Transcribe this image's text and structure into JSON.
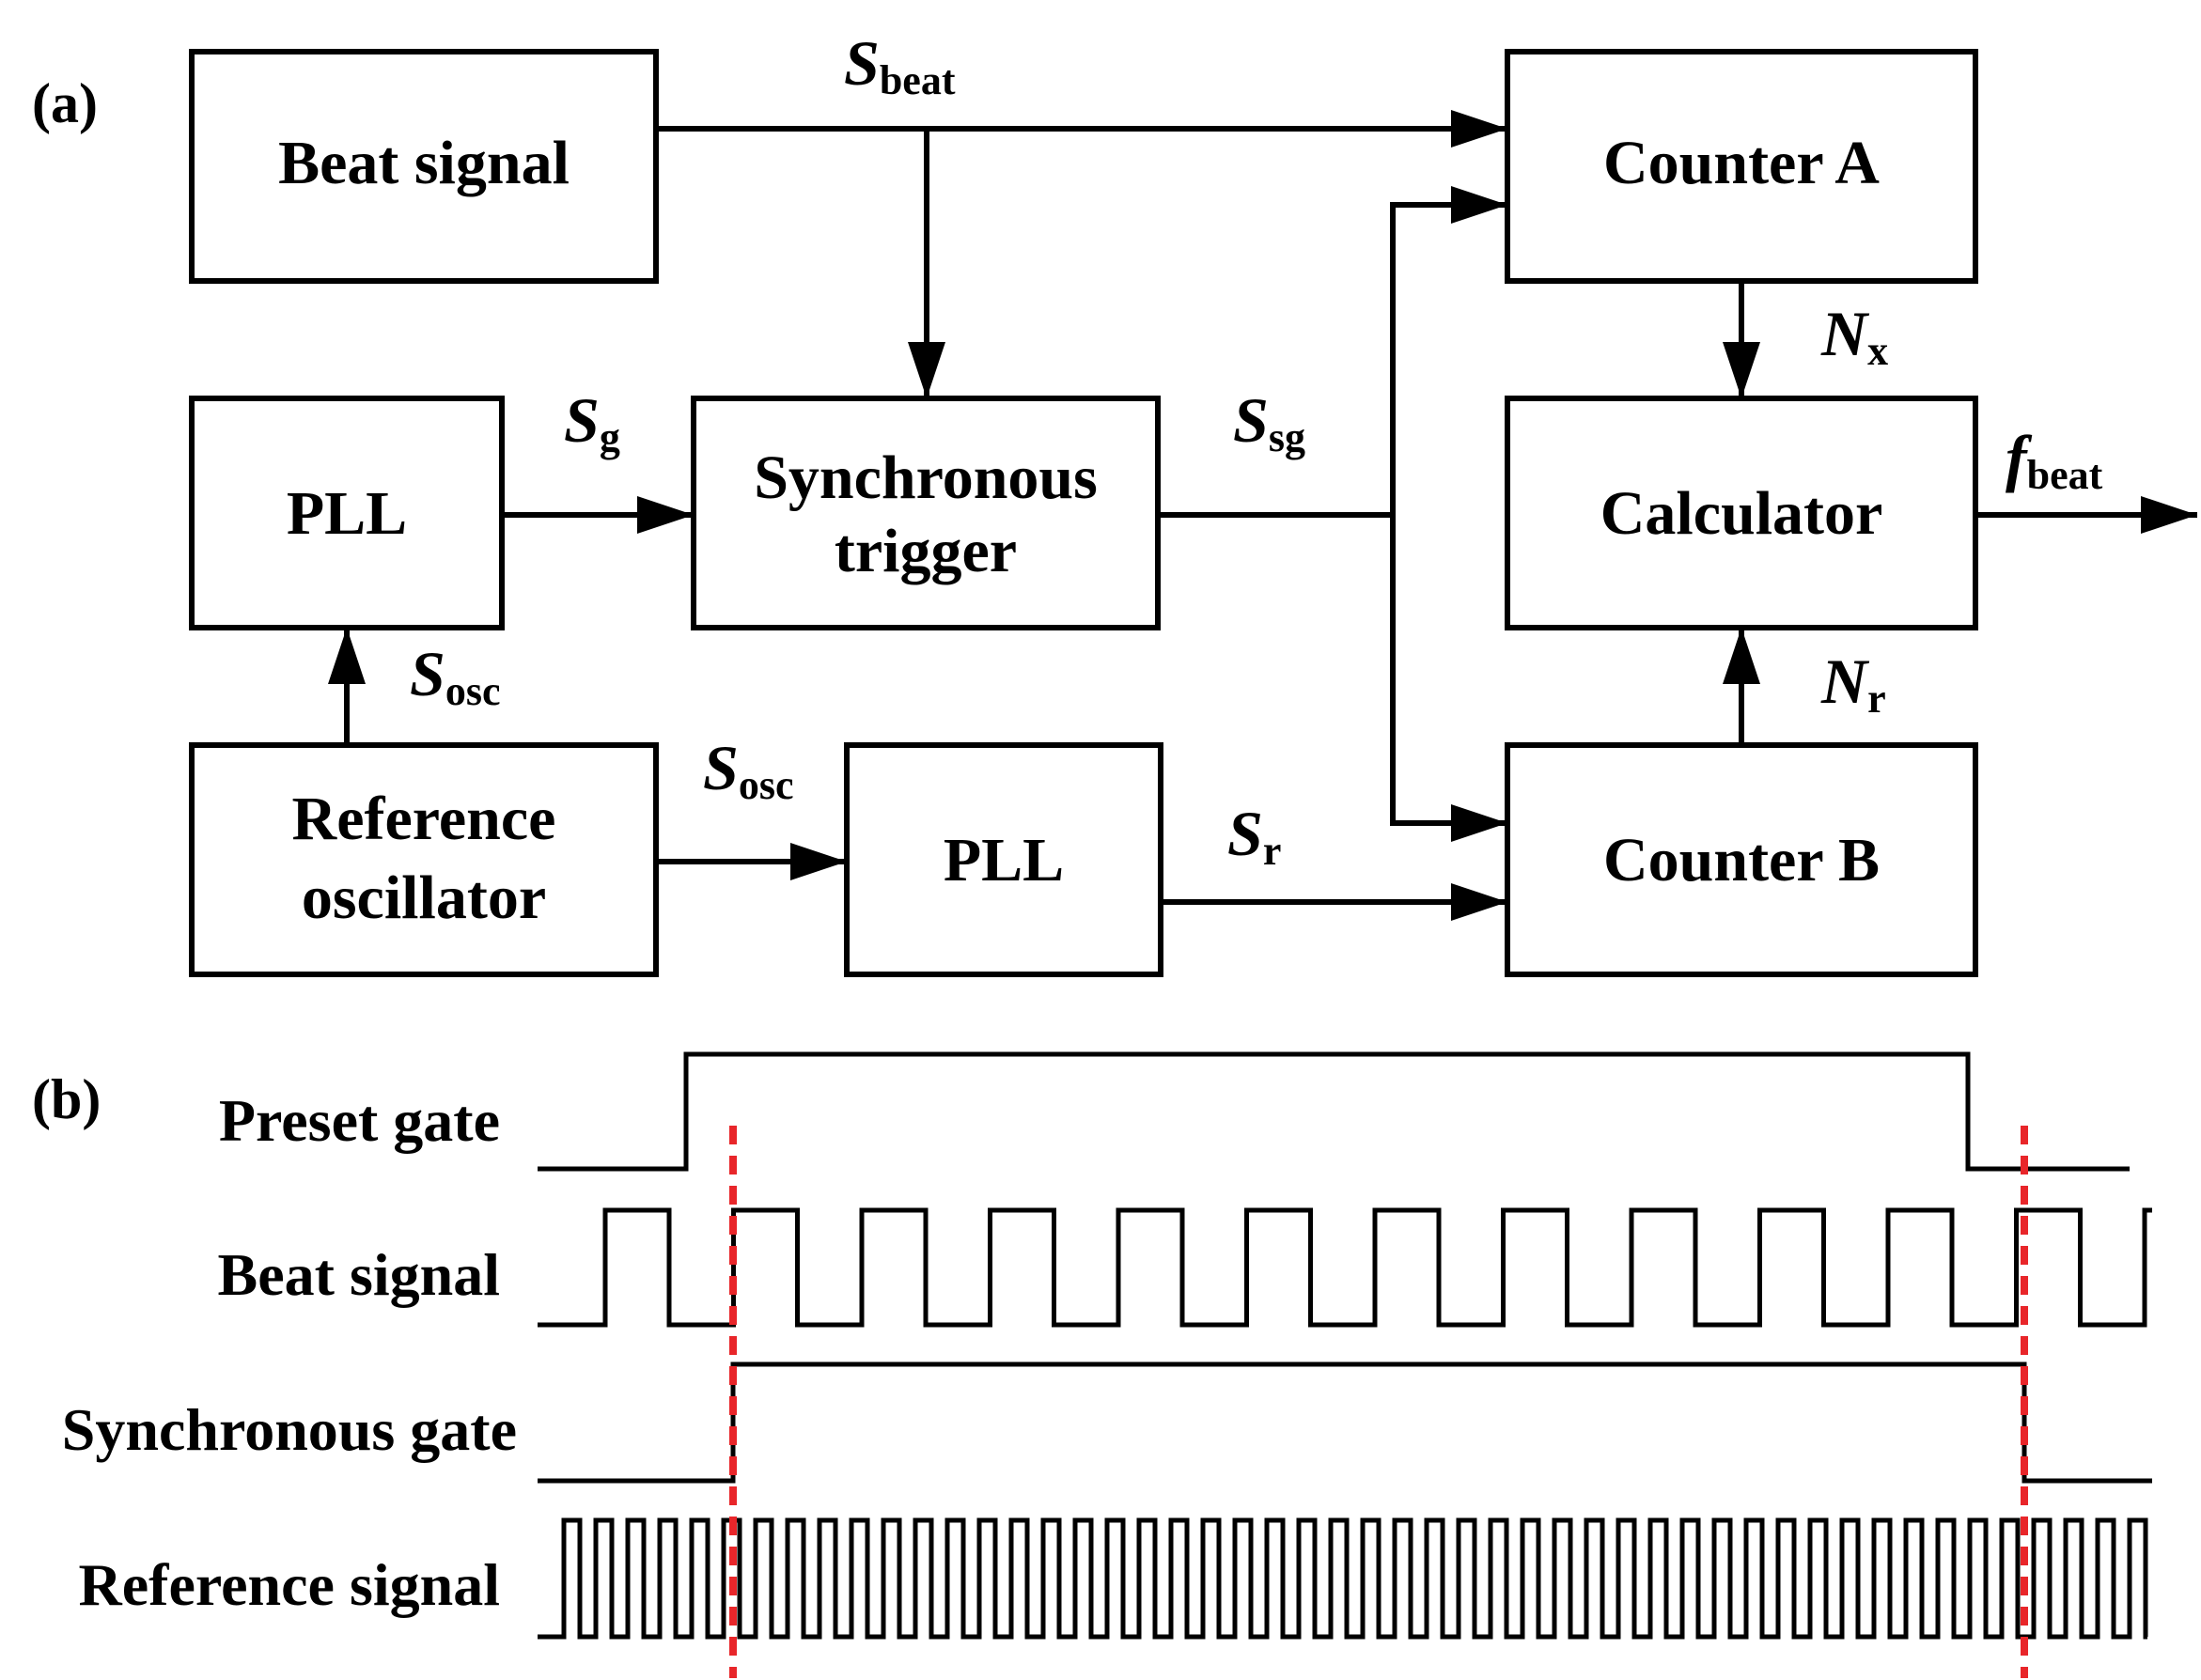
{
  "panels": {
    "a": "(a)",
    "b": "(b)"
  },
  "blocks": {
    "beat_signal": "Beat signal",
    "pll_top": "PLL",
    "sync_trigger_line1": "Synchronous",
    "sync_trigger_line2": "trigger",
    "ref_osc_line1": "Reference",
    "ref_osc_line2": "oscillator",
    "pll_bottom": "PLL",
    "counter_a": "Counter A",
    "calculator": "Calculator",
    "counter_b": "Counter B"
  },
  "signals": {
    "s_beat": {
      "base": "S",
      "sub": "beat"
    },
    "s_g": {
      "base": "S",
      "sub": "g"
    },
    "s_sg": {
      "base": "S",
      "sub": "sg"
    },
    "s_osc_left": {
      "base": "S",
      "sub": "osc"
    },
    "s_osc_mid": {
      "base": "S",
      "sub": "osc"
    },
    "s_r": {
      "base": "S",
      "sub": "r"
    },
    "n_x": {
      "base": "N",
      "sub": "x"
    },
    "n_r": {
      "base": "N",
      "sub": "r"
    },
    "f_beat": {
      "base": "f",
      "sub": "beat"
    }
  },
  "waveforms": {
    "preset_gate": "Preset gate",
    "beat_signal": "Beat signal",
    "synchronous_gate": "Synchronous gate",
    "reference_signal": "Reference signal"
  },
  "colors": {
    "marker": "#e8262a",
    "line": "#000000"
  }
}
